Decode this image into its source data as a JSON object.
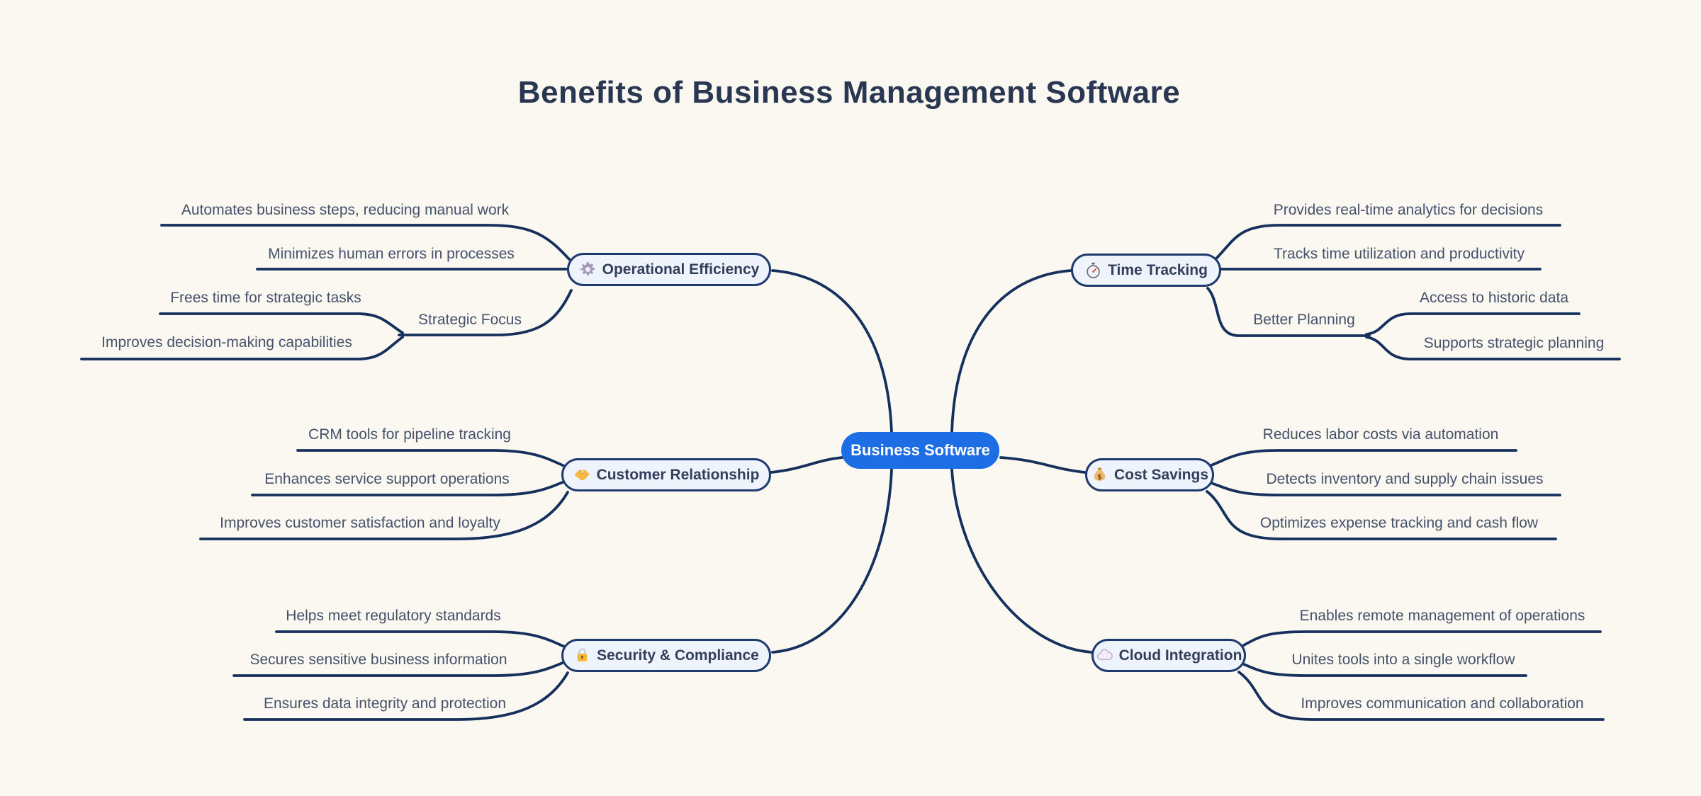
{
  "title": "Benefits of Business Management Software",
  "root": {
    "label": "Business Software"
  },
  "branches": [
    {
      "label": "Operational Efficiency",
      "icon": "gear-icon",
      "leaves": [
        "Automates business steps, reducing manual work",
        "Minimizes human errors in processes"
      ],
      "subbranch": {
        "label": "Strategic Focus",
        "leaves": [
          "Frees time for strategic tasks",
          "Improves decision-making capabilities"
        ]
      }
    },
    {
      "label": "Customer Relationship",
      "icon": "handshake-icon",
      "leaves": [
        "CRM tools for pipeline tracking",
        "Enhances service support operations",
        "Improves customer satisfaction and loyalty"
      ]
    },
    {
      "label": "Security & Compliance",
      "icon": "lock-icon",
      "leaves": [
        "Helps meet regulatory standards",
        "Secures sensitive business information",
        "Ensures data integrity and protection"
      ]
    },
    {
      "label": "Time Tracking",
      "icon": "stopwatch-icon",
      "leaves": [
        "Provides real-time analytics for decisions",
        "Tracks time utilization and productivity"
      ],
      "subbranch": {
        "label": "Better Planning",
        "leaves": [
          "Access to historic data",
          "Supports strategic planning"
        ]
      }
    },
    {
      "label": "Cost Savings",
      "icon": "money-bag-icon",
      "leaves": [
        "Reduces labor costs via automation",
        "Detects inventory and supply chain issues",
        "Optimizes expense tracking and cash flow"
      ]
    },
    {
      "label": "Cloud Integration",
      "icon": "cloud-icon",
      "leaves": [
        "Enables remote management of operations",
        "Unites tools into a single workflow",
        "Improves communication and collaboration"
      ]
    }
  ],
  "colors": {
    "background": "#FAF8F1",
    "edge": "#16305E",
    "node_fill": "#EEF3FC",
    "node_border": "#1E3A6E",
    "root_fill": "#1D6DE4",
    "root_text": "#FFFFFF",
    "leaf_text": "#46516B",
    "node_text": "#333F5A",
    "title_text": "#2A3752"
  }
}
